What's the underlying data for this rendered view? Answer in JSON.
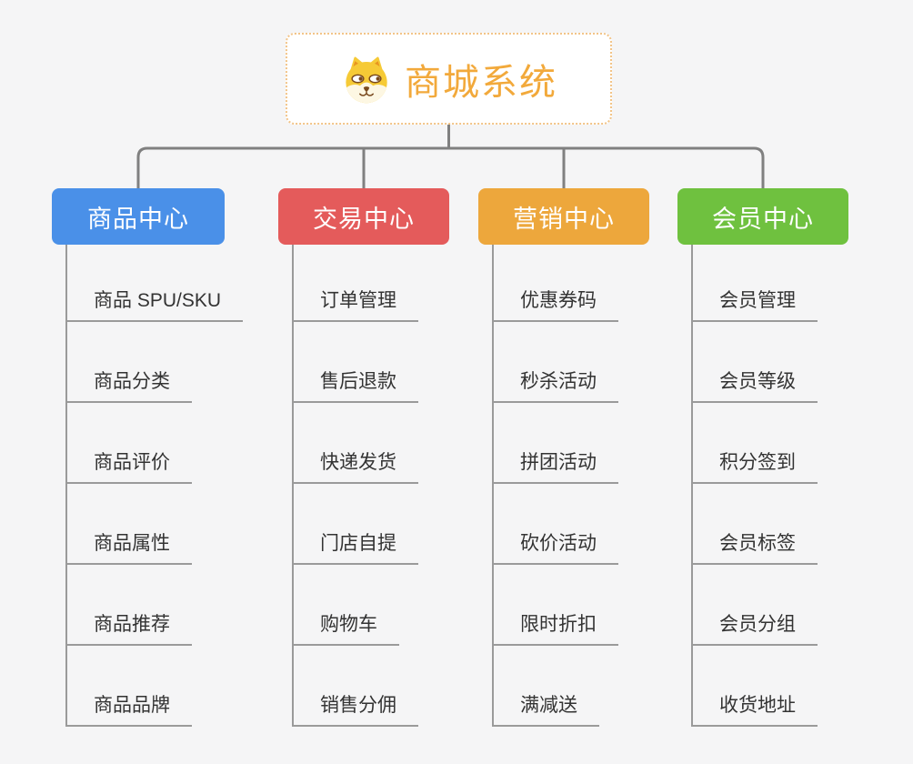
{
  "page": {
    "background_color": "#f5f5f6",
    "connector_color": "#808080",
    "leaf_line_color": "#9a9a9a"
  },
  "root": {
    "title": "商城系统",
    "icon": "shiba-dog-icon",
    "text_color": "#f2a93b",
    "border_color": "#f2c488"
  },
  "branches": [
    {
      "label": "商品中心",
      "color": "#4a90e8",
      "items": [
        "商品 SPU/SKU",
        "商品分类",
        "商品评价",
        "商品属性",
        "商品推荐",
        "商品品牌"
      ]
    },
    {
      "label": "交易中心",
      "color": "#e45b5b",
      "items": [
        "订单管理",
        "售后退款",
        "快递发货",
        "门店自提",
        "购物车",
        "销售分佣"
      ]
    },
    {
      "label": "营销中心",
      "color": "#eda73c",
      "items": [
        "优惠券码",
        "秒杀活动",
        "拼团活动",
        "砍价活动",
        "限时折扣",
        "满减送"
      ]
    },
    {
      "label": "会员中心",
      "color": "#6fc13f",
      "items": [
        "会员管理",
        "会员等级",
        "积分签到",
        "会员标签",
        "会员分组",
        "收货地址"
      ]
    }
  ]
}
